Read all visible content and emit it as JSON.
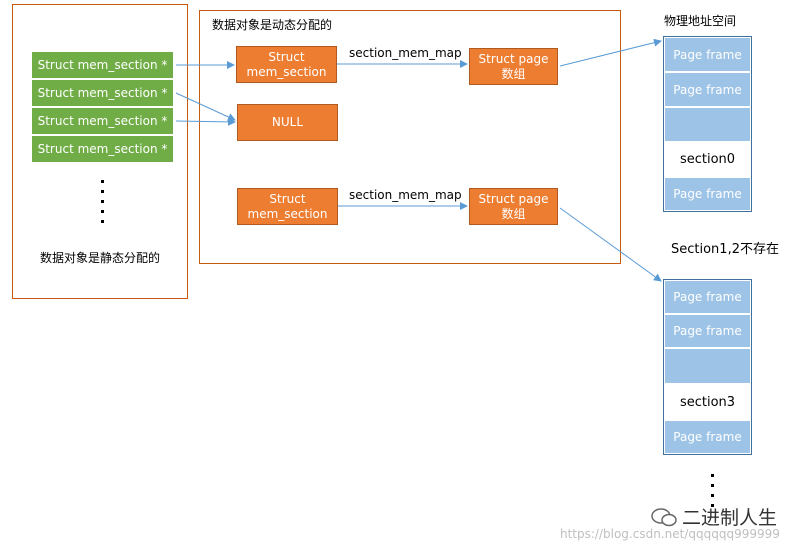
{
  "static_panel": {
    "caption": "数据对象是静态分配的",
    "items": [
      "Struct mem_section *",
      "Struct mem_section *",
      "Struct mem_section *",
      "Struct mem_section *"
    ]
  },
  "dynamic_panel": {
    "caption": "数据对象是动态分配的",
    "row1": {
      "section": "Struct\nmem_section",
      "map_label": "section_mem_map",
      "page": "Struct page\n数组"
    },
    "null_label": "NULL",
    "row2": {
      "section": "Struct\nmem_section",
      "map_label": "section_mem_map",
      "page": "Struct page\n数组"
    }
  },
  "physical": {
    "title": "物理地址空间",
    "column1": [
      "Page frame",
      "Page frame",
      "",
      "section0",
      "Page frame"
    ],
    "note": "Section1,2不存在",
    "column2": [
      "Page frame",
      "Page frame",
      "",
      "section3",
      "Page frame"
    ]
  },
  "watermark": {
    "url": "https://blog.csdn.net/qqqqqq999999",
    "brand": "二进制人生"
  },
  "colors": {
    "frame": "#c55a11",
    "green": "#70ad47",
    "orange": "#ed7d31",
    "blue": "#9dc3e6",
    "arrow": "#5b9bd5"
  }
}
